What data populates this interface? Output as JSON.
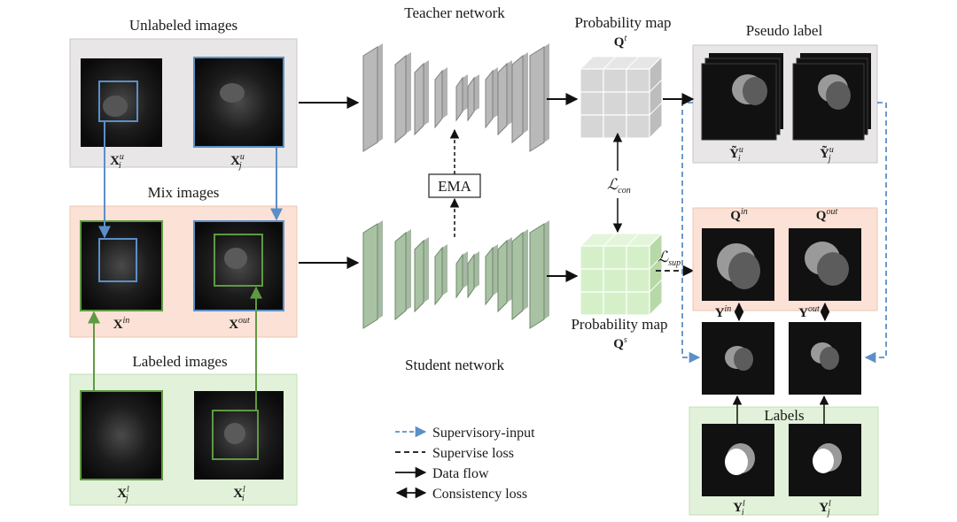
{
  "titles": {
    "unlabeled": "Unlabeled images",
    "mix": "Mix images",
    "labeled": "Labeled images",
    "teacher": "Teacher network",
    "student": "Student network",
    "prob_map_top": "Probability map",
    "prob_map_bottom": "Probability map",
    "pseudo_label": "Pseudo label",
    "labels": "Labels",
    "ema": "EMA"
  },
  "symbols": {
    "xi_u": {
      "base": "X",
      "sub": "i",
      "sup": "u"
    },
    "xj_u": {
      "base": "X",
      "sub": "j",
      "sup": "u"
    },
    "x_in": {
      "base": "X",
      "sup": "in"
    },
    "x_out": {
      "base": "X",
      "sup": "out"
    },
    "xj_l": {
      "base": "X",
      "sub": "j",
      "sup": "l"
    },
    "xi_l": {
      "base": "X",
      "sub": "i",
      "sup": "l"
    },
    "q_t": {
      "base": "Q",
      "sup": "t"
    },
    "q_s": {
      "base": "Q",
      "sup": "s"
    },
    "q_in": {
      "base": "Q",
      "sup": "in"
    },
    "q_out": {
      "base": "Q",
      "sup": "out"
    },
    "y_in": {
      "base": "Y",
      "sup": "in"
    },
    "y_out": {
      "base": "Y",
      "sup": "out"
    },
    "yt_i_u": {
      "base": "Ỹ",
      "sub": "i",
      "sup": "u"
    },
    "yt_j_u": {
      "base": "Ỹ",
      "sub": "j",
      "sup": "u"
    },
    "yi_l": {
      "base": "Y",
      "sub": "i",
      "sup": "l"
    },
    "yj_l": {
      "base": "Y",
      "sub": "j",
      "sup": "l"
    },
    "l_con": {
      "base": "ℒ",
      "sub": "con"
    },
    "l_sup": {
      "base": "ℒ",
      "sub": "sup"
    }
  },
  "legend": [
    {
      "style": "blue-dashed",
      "label": "Supervisory-input"
    },
    {
      "style": "black-dashed",
      "label": "Supervise loss"
    },
    {
      "style": "arrow",
      "label": "Data flow"
    },
    {
      "style": "double-arrow",
      "label": "Consistency loss"
    }
  ],
  "colors": {
    "unlabeled_panel": "#e8e6e6",
    "mix_panel": "#fbe1d6",
    "labeled_panel": "#e2f1d9",
    "blue": "#5b8fc7",
    "green": "#5e9a42",
    "teacher_layer": "#b9b9b9",
    "student_layer": "#a9c2a4",
    "teacher_cube": "#d6d6d6",
    "student_cube": "#d5f0c8"
  }
}
